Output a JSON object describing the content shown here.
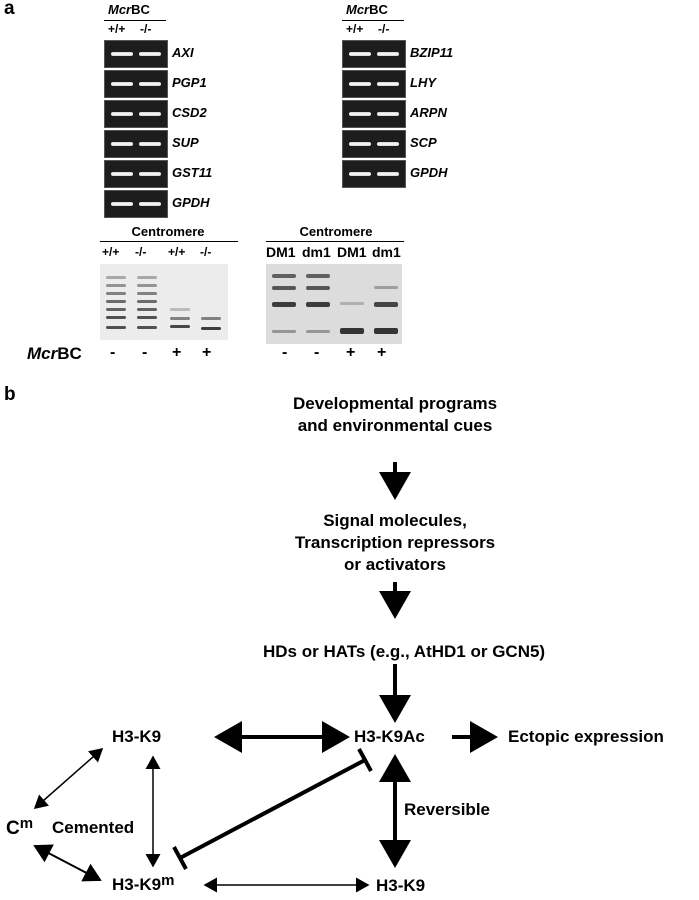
{
  "panel_a": {
    "label": "a",
    "left_header": "McrBC",
    "right_header": "McrBC",
    "genotype_plus": "+/+",
    "genotype_minus": "-/-",
    "left_genes": [
      "AXI",
      "PGP1",
      "CSD2",
      "SUP",
      "GST11",
      "GPDH"
    ],
    "right_genes": [
      "BZIP11",
      "LHY",
      "ARPN",
      "SCP",
      "GPDH"
    ],
    "centromere_left": {
      "title": "Centromere",
      "lanes": [
        "+/+",
        "-/-",
        "+/+",
        "-/-"
      ]
    },
    "centromere_right": {
      "title": "Centromere",
      "lanes": [
        "DM1",
        "dm1",
        "DM1",
        "dm1"
      ]
    },
    "mcrbc_row_label": "McrBC",
    "mcrbc_signs_left": [
      "-",
      "-",
      "+",
      "+"
    ],
    "mcrbc_signs_right": [
      "-",
      "-",
      "+",
      "+"
    ]
  },
  "panel_b": {
    "label": "b",
    "node_dev": [
      "Developmental programs",
      "and environmental cues"
    ],
    "node_signal": [
      "Signal molecules,",
      "Transcription repressors",
      "or activators"
    ],
    "node_hd": "HDs or HATs (e.g., AtHD1 or GCN5)",
    "node_h3k9_top": "H3-K9",
    "node_h3k9ac": "H3-K9Ac",
    "node_ectopic": "Ectopic expression",
    "node_cm_base": "C",
    "node_cm_sup": "m",
    "node_cemented": "Cemented",
    "node_reversible": "Reversible",
    "node_h3k9m_base": "H3-K9",
    "node_h3k9m_sup": "m",
    "node_h3k9_bottom": "H3-K9"
  }
}
